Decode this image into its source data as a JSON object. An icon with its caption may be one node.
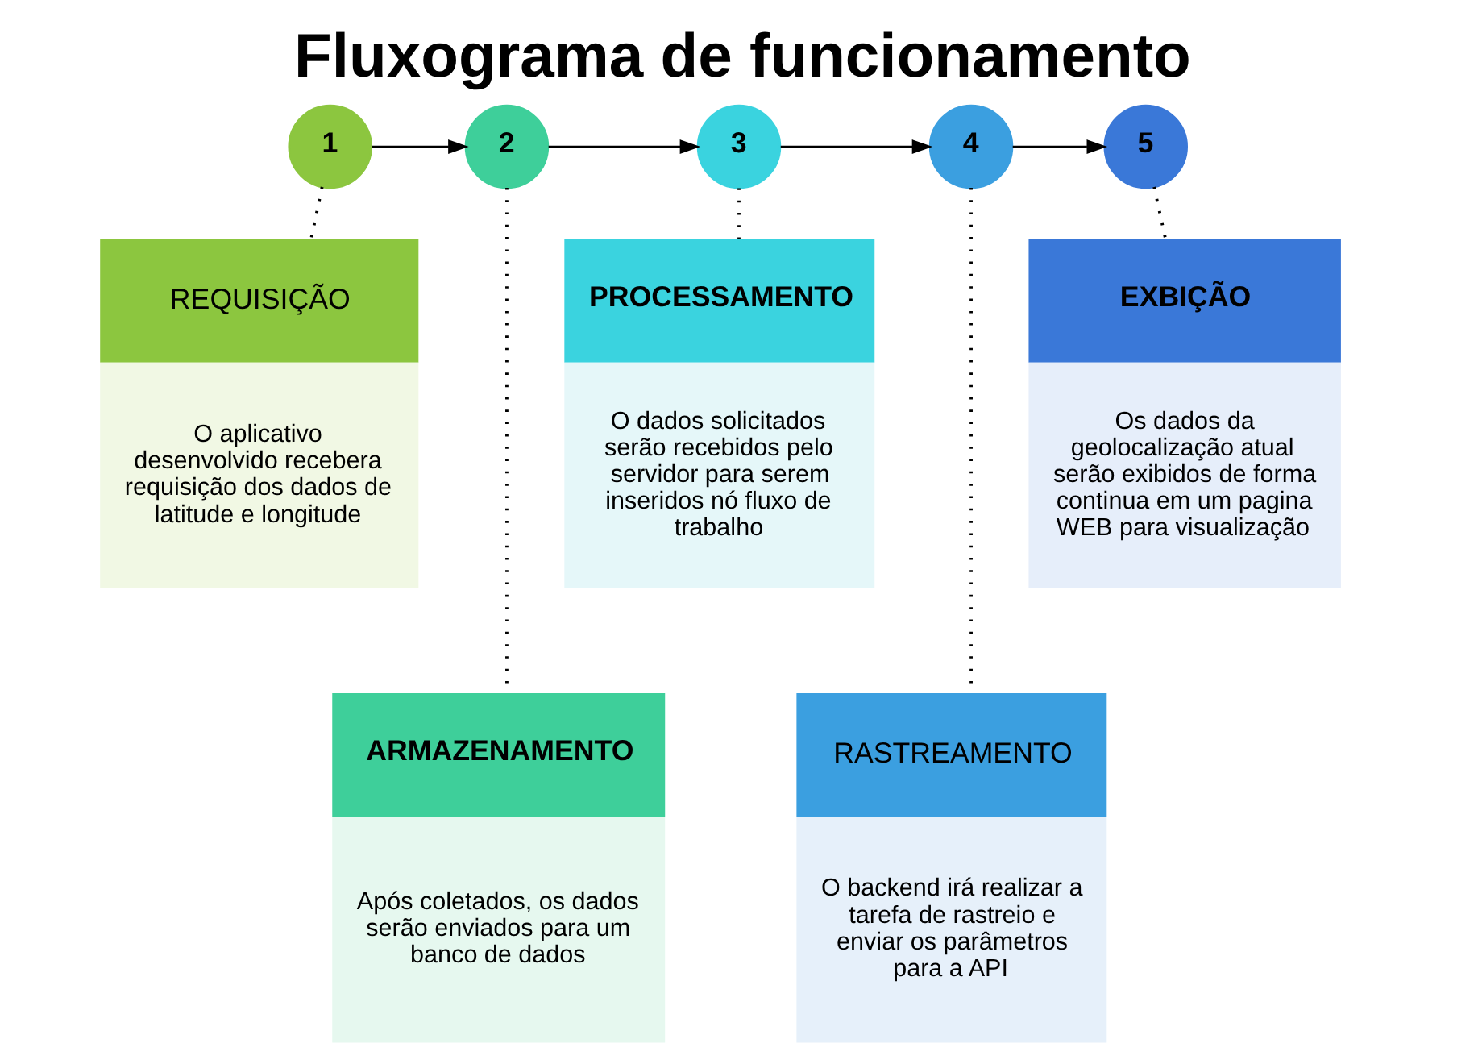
{
  "diagram": {
    "title": "Fluxograma de funcionamento",
    "nodes": [
      {
        "text": [
          "1"
        ]
      },
      {
        "text": [
          "2"
        ]
      },
      {
        "text": [
          "3"
        ]
      },
      {
        "text": [
          "4"
        ]
      },
      {
        "text": [
          "5"
        ]
      },
      {
        "text": [
          "REQUISIÇÃO",
          "O aplicativo desenvolvido recebera requisição dos dados de latitude e longitude"
        ]
      },
      {
        "text": [
          "ARMAZENAMENTO",
          "Após coletados, os dados serão enviados para um banco de dados"
        ]
      },
      {
        "text": [
          "PROCESSAMENTO",
          "O dados solicitados serão recebidos pelo servidor para serem inseridos nó fluxo de trabalho"
        ]
      },
      {
        "text": [
          "RASTREAMENTO",
          "O backend irá realizar a tarefa de rastreio e enviar os parâmetros para a API"
        ]
      },
      {
        "text": [
          "EXBIÇÃO",
          "Os dados da geolocalização atual serão exibidos de forma continua em um pagina WEB para visualização"
        ]
      }
    ],
    "edges": [
      {
        "from": 0,
        "to": 1,
        "arrow": "to"
      },
      {
        "from": 1,
        "to": 2,
        "arrow": "to"
      },
      {
        "from": 2,
        "to": 3,
        "arrow": "to"
      },
      {
        "from": 3,
        "to": 4,
        "arrow": "to"
      },
      {
        "from": 0,
        "to": 5,
        "arrow": "none",
        "style": "dashed"
      },
      {
        "from": 1,
        "to": 6,
        "arrow": "none",
        "style": "dashed"
      },
      {
        "from": 2,
        "to": 7,
        "arrow": "none",
        "style": "dashed"
      },
      {
        "from": 3,
        "to": 8,
        "arrow": "none",
        "style": "dashed"
      },
      {
        "from": 4,
        "to": 9,
        "arrow": "none",
        "style": "dashed"
      }
    ]
  }
}
